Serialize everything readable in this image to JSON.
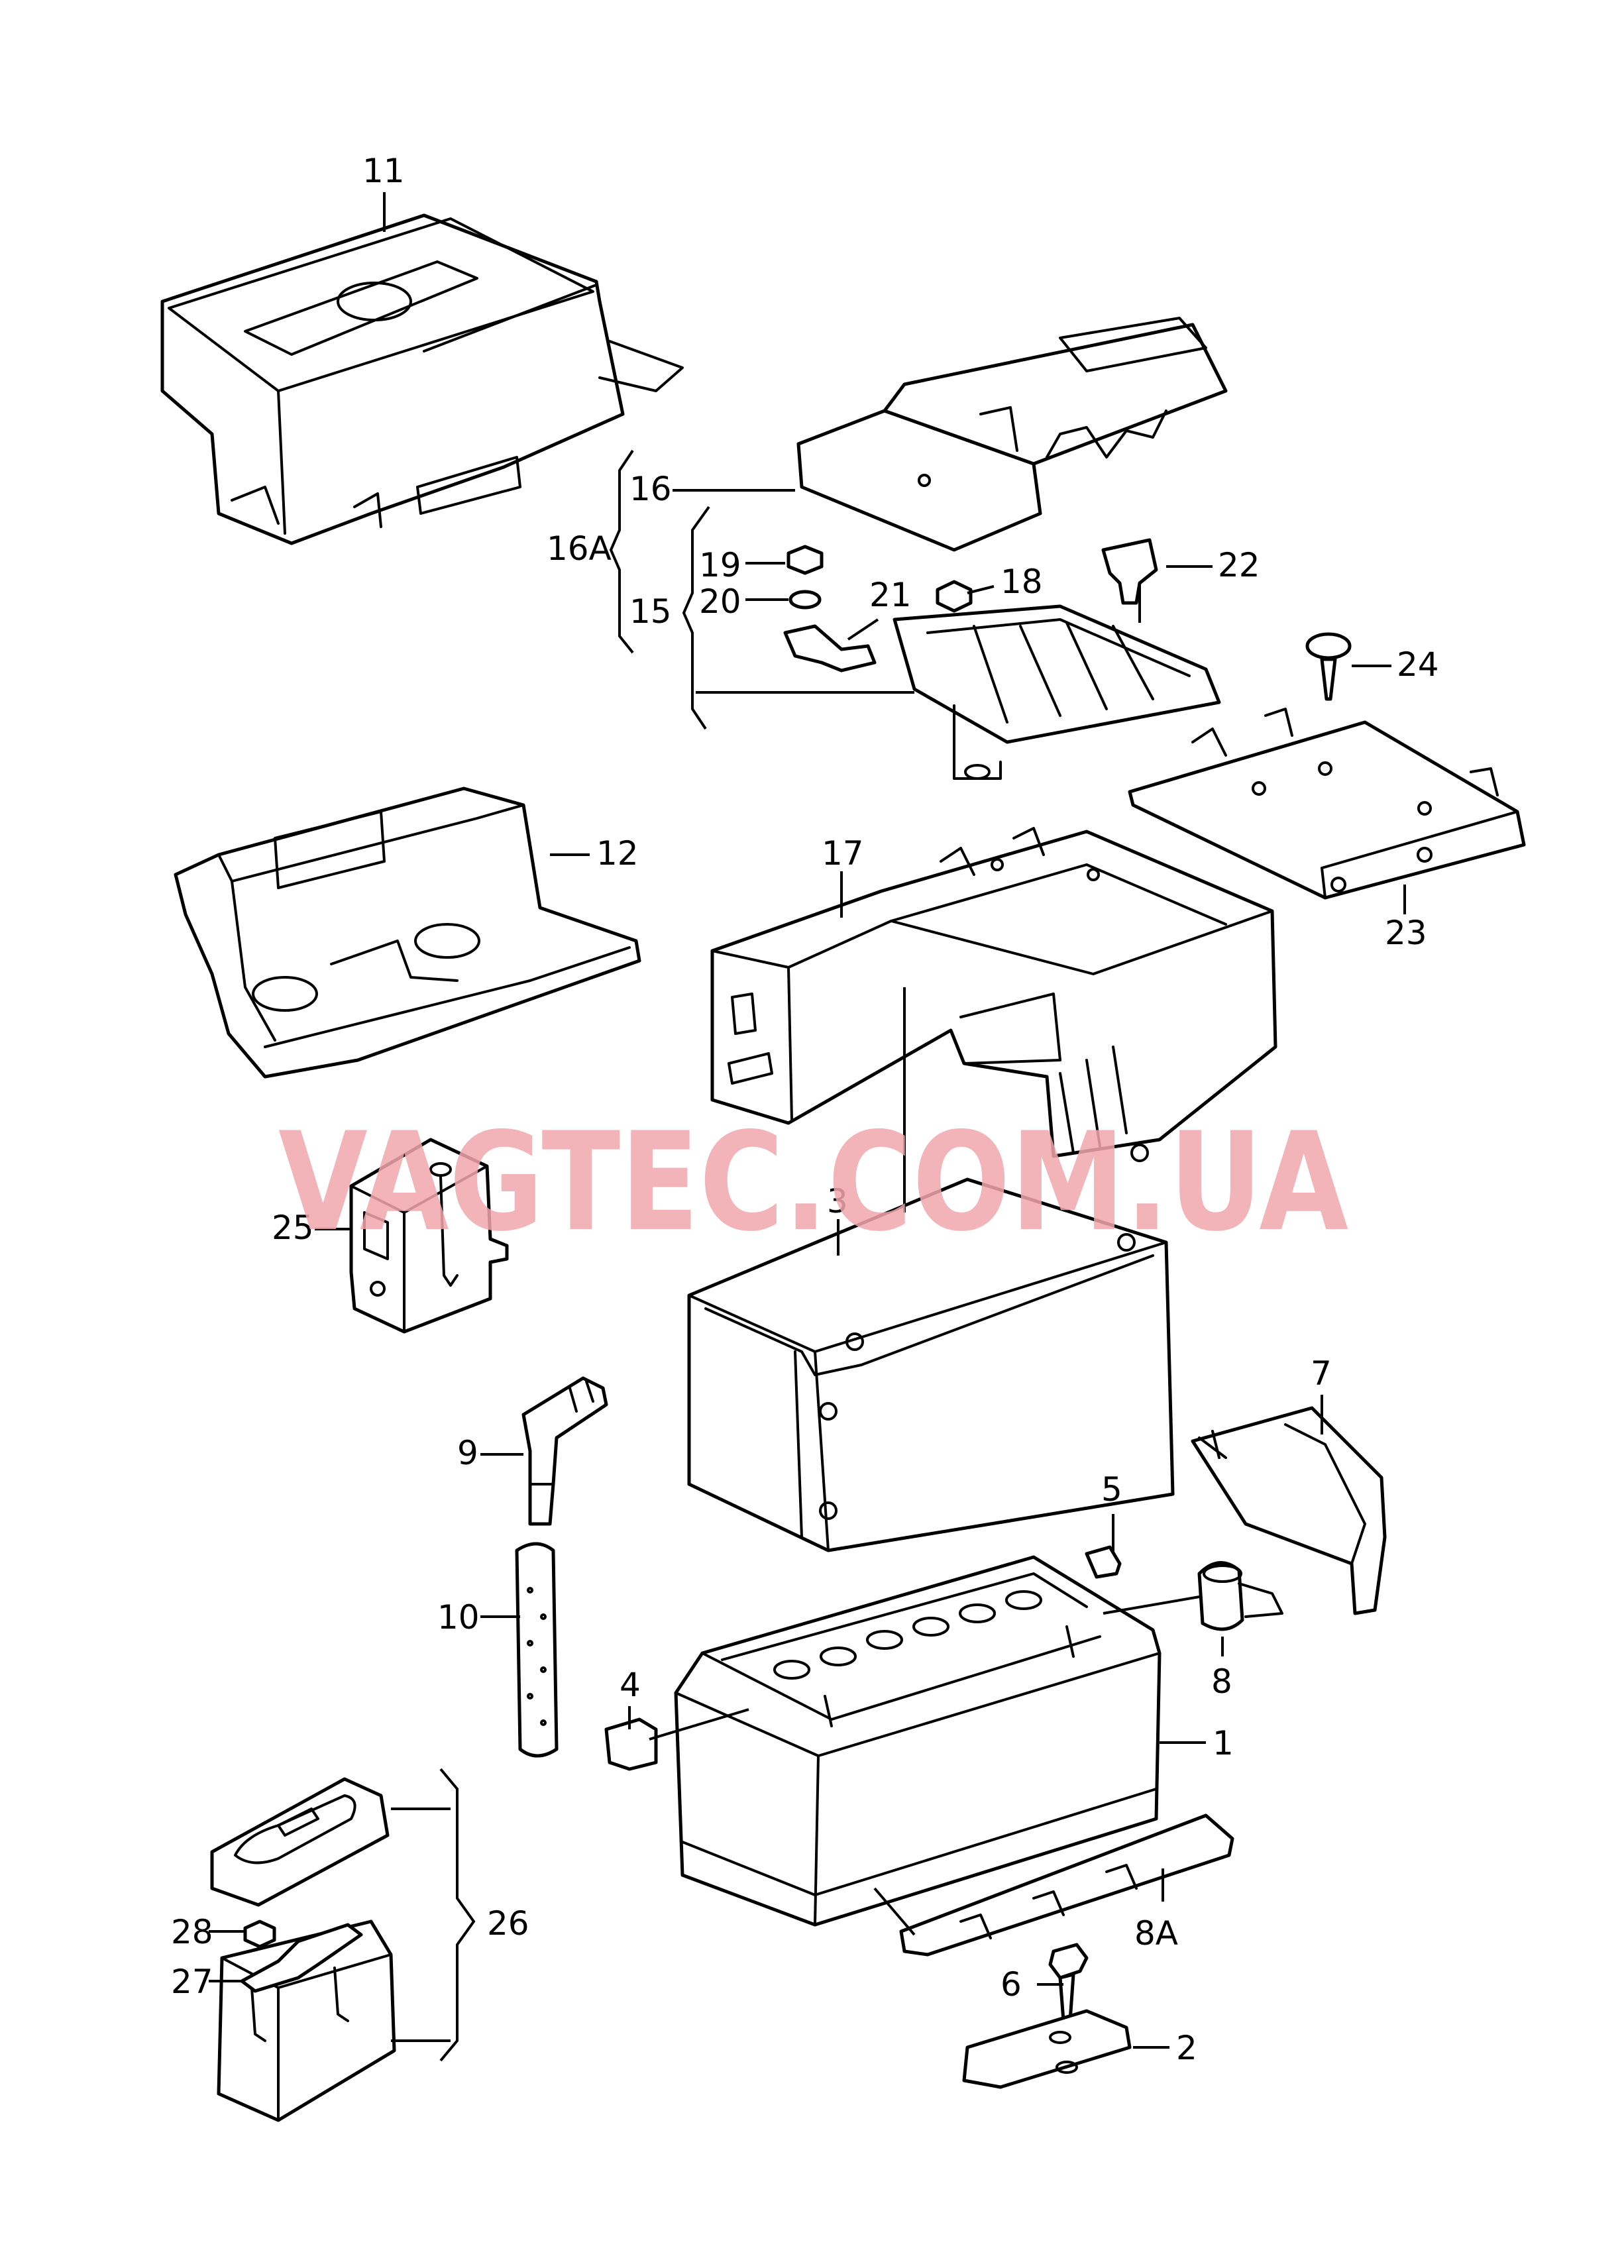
{
  "watermark": "VAGTEC.COM.UA",
  "callouts": {
    "c1": "1",
    "c2": "2",
    "c3": "3",
    "c4": "4",
    "c5": "5",
    "c6": "6",
    "c7": "7",
    "c8": "8",
    "c8A": "8A",
    "c9": "9",
    "c10": "10",
    "c11": "11",
    "c12": "12",
    "c15": "15",
    "c16": "16",
    "c16A": "16A",
    "c17": "17",
    "c18": "18",
    "c19": "19",
    "c20": "20",
    "c21": "21",
    "c22": "22",
    "c23": "23",
    "c24": "24",
    "c25": "25",
    "c26": "26",
    "c27": "27",
    "c28": "28"
  }
}
